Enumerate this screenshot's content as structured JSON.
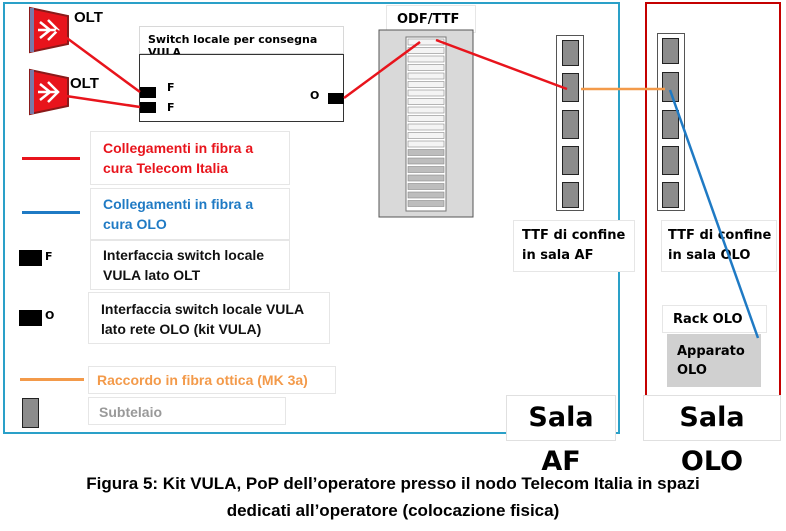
{
  "olt_top": "OLT",
  "olt_bottom": "OLT",
  "switch": {
    "title": "Switch locale  per consegna  VULA",
    "port_f1": "F",
    "port_f2": "F",
    "port_o": "O"
  },
  "odf_title": "ODF/TTF",
  "ttf_af": {
    "line1": "TTF di confine",
    "line2": "in sala AF"
  },
  "ttf_olo": {
    "line1": "TTF di confine",
    "line2": "in sala OLO"
  },
  "rack_olo": "Rack OLO",
  "apparato": {
    "line1": "Apparato",
    "line2": "OLO"
  },
  "legend": {
    "red_line1": "Collegamenti in fibra a",
    "red_line2": "cura Telecom Italia",
    "blue_line1": "Collegamenti in fibra a",
    "blue_line2": "cura OLO",
    "f_port_letter": "F",
    "f_line1": "Interfaccia switch locale",
    "f_line2": "VULA lato OLT",
    "o_port_letter": "O",
    "o_line1": "Interfaccia switch locale VULA",
    "o_line2": "lato rete OLO (kit VULA)",
    "orange_label": "Raccordo in fibra ottica (MK 3a)",
    "subtelaio_label": "Subtelaio"
  },
  "sala_af": "Sala AF",
  "sala_olo": "Sala OLO",
  "caption": {
    "line1": "Figura 5: Kit VULA, PoP dell’operatore presso il nodo Telecom Italia in spazi",
    "line2": "dedicati all’operatore (colocazione fisica)"
  },
  "colors": {
    "telecom_red": "#e8141c",
    "olo_blue": "#1f7ac4",
    "raccordo_orange": "#f39a4a",
    "sala_af_border": "#2aa0c8",
    "sala_olo_border": "#c40000"
  }
}
